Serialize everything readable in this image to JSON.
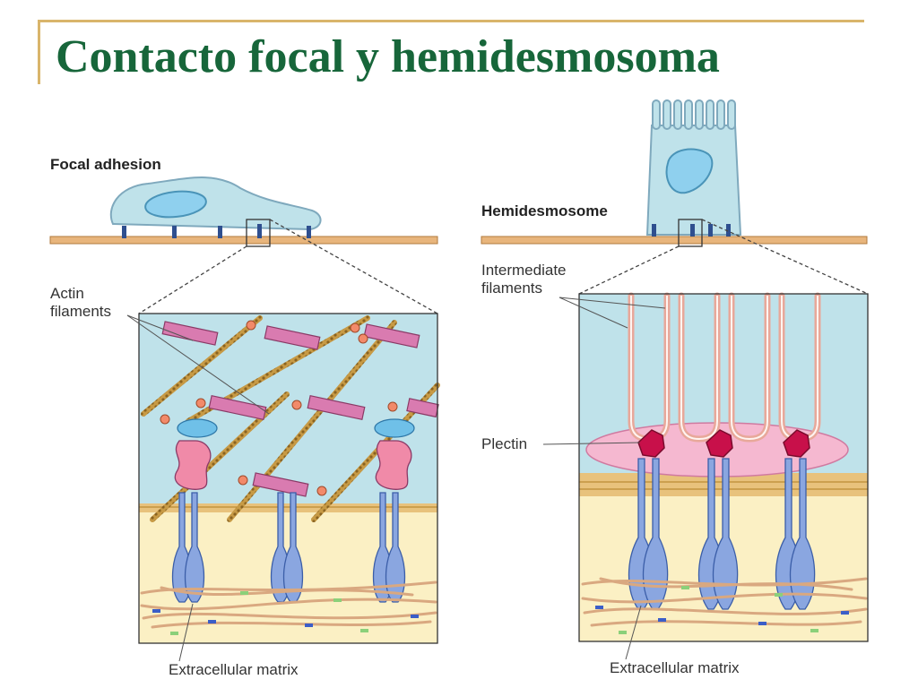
{
  "title": "Contacto focal y hemidesmosoma",
  "panels": {
    "focal": {
      "label": "Focal adhesion",
      "callout_actin_1": "Actin",
      "callout_actin_2": "filaments",
      "callout_ecm": "Extracellular matrix"
    },
    "hemi": {
      "label": "Hemidesmosome",
      "callout_if_1": "Intermediate",
      "callout_if_2": "filaments",
      "callout_plectin": "Plectin",
      "callout_ecm": "Extracellular matrix"
    }
  },
  "colors": {
    "title": "#17663a",
    "frame": "#d9b56b",
    "cytoplasm": "#bfe2ea",
    "membrane": "#e8c27c",
    "matrix": "#fbf0c4",
    "integrin": "#8aa6e0",
    "actin": "#b8872f",
    "myosin": "#d97bb0",
    "plectin": "#c8104a",
    "plaque": "#f5b8d0"
  }
}
